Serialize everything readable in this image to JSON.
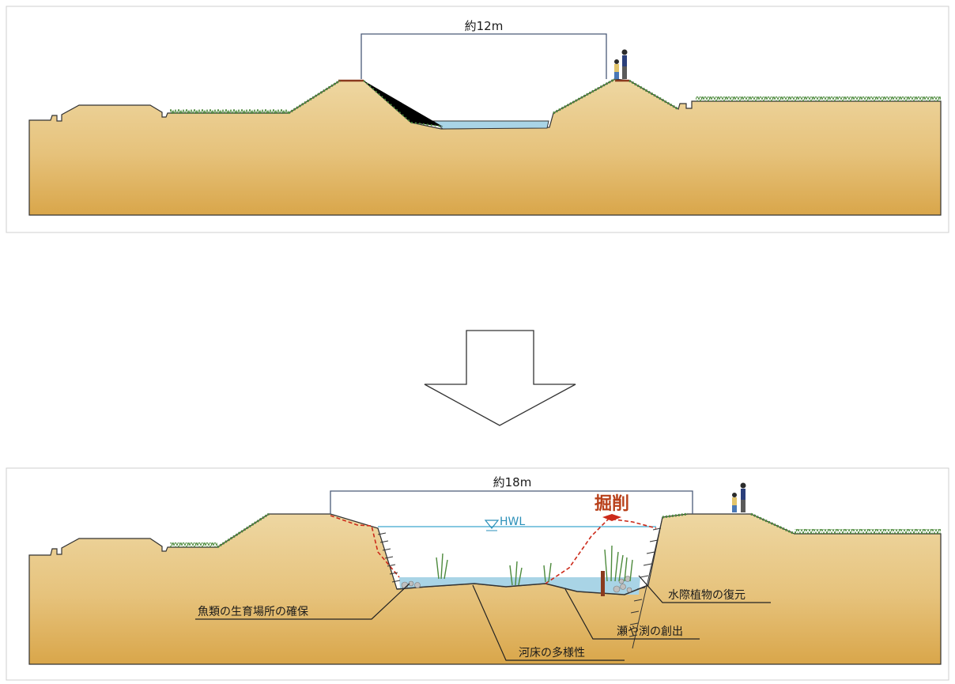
{
  "before": {
    "width_label": "約12m"
  },
  "after": {
    "width_label": "約18m",
    "hwl_label": "HWL",
    "excavation_label": "掘削",
    "callouts": {
      "fish_habitat": "魚類の生育場所の確保",
      "riverbed_diversity": "河床の多様性",
      "riffle_pool": "瀬や渕の創出",
      "waterside_plants": "水際植物の復元"
    }
  },
  "colors": {
    "soil_top": "#eacc8f",
    "soil_bottom": "#d9a84e",
    "water": "#a9d4e6",
    "grass": "#4d8a3c",
    "excavation": "#cc2a1a",
    "hwl_line": "#3fa8cf"
  }
}
